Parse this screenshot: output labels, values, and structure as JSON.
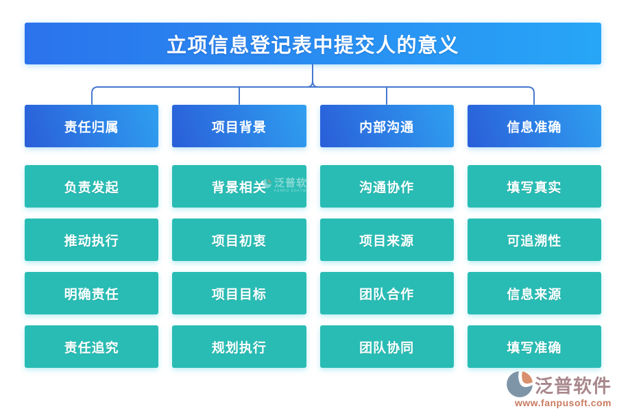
{
  "title": "立项信息登记表中提交人的意义",
  "columns": [
    {
      "header": "责任归属",
      "items": [
        "负责发起",
        "推动执行",
        "明确责任",
        "责任追究"
      ]
    },
    {
      "header": "项目背景",
      "items": [
        "背景相关",
        "项目初衷",
        "项目目标",
        "规划执行"
      ]
    },
    {
      "header": "内部沟通",
      "items": [
        "沟通协作",
        "项目来源",
        "团队合作",
        "团队协同"
      ]
    },
    {
      "header": "信息准确",
      "items": [
        "填写真实",
        "可追溯性",
        "信息来源",
        "填写准确"
      ]
    }
  ],
  "watermark": {
    "name": "泛普软件",
    "sub": "FANPU SOFTWARE"
  },
  "footer": {
    "brand": "泛普软件",
    "url": "www.fanpusoft.com"
  },
  "colors": {
    "title_gradient_start": "#2B73EC",
    "title_gradient_end": "#27A6F7",
    "header_gradient_start": "#2A5ED9",
    "header_gradient_end": "#2F9FF0",
    "item_background": "#29BCB4",
    "connector_line": "#4577CD",
    "brand_text": "#A8888D",
    "brand_url": "#C87B5F"
  }
}
